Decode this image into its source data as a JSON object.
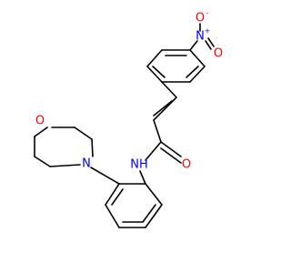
{
  "colors": {
    "background": "#ffffff",
    "bond": "#000000",
    "oxygen": "#ff0000",
    "nitrogen": "#0000ff"
  },
  "atoms": {
    "nitro_n": "N",
    "nitro_n_charge": "+",
    "nitro_o_top": "O",
    "nitro_o_top_charge": "-",
    "nitro_o_right": "O",
    "carbonyl_o": "O",
    "amide_nh": "NH",
    "morpholine_o": "O",
    "morpholine_n": "N"
  }
}
